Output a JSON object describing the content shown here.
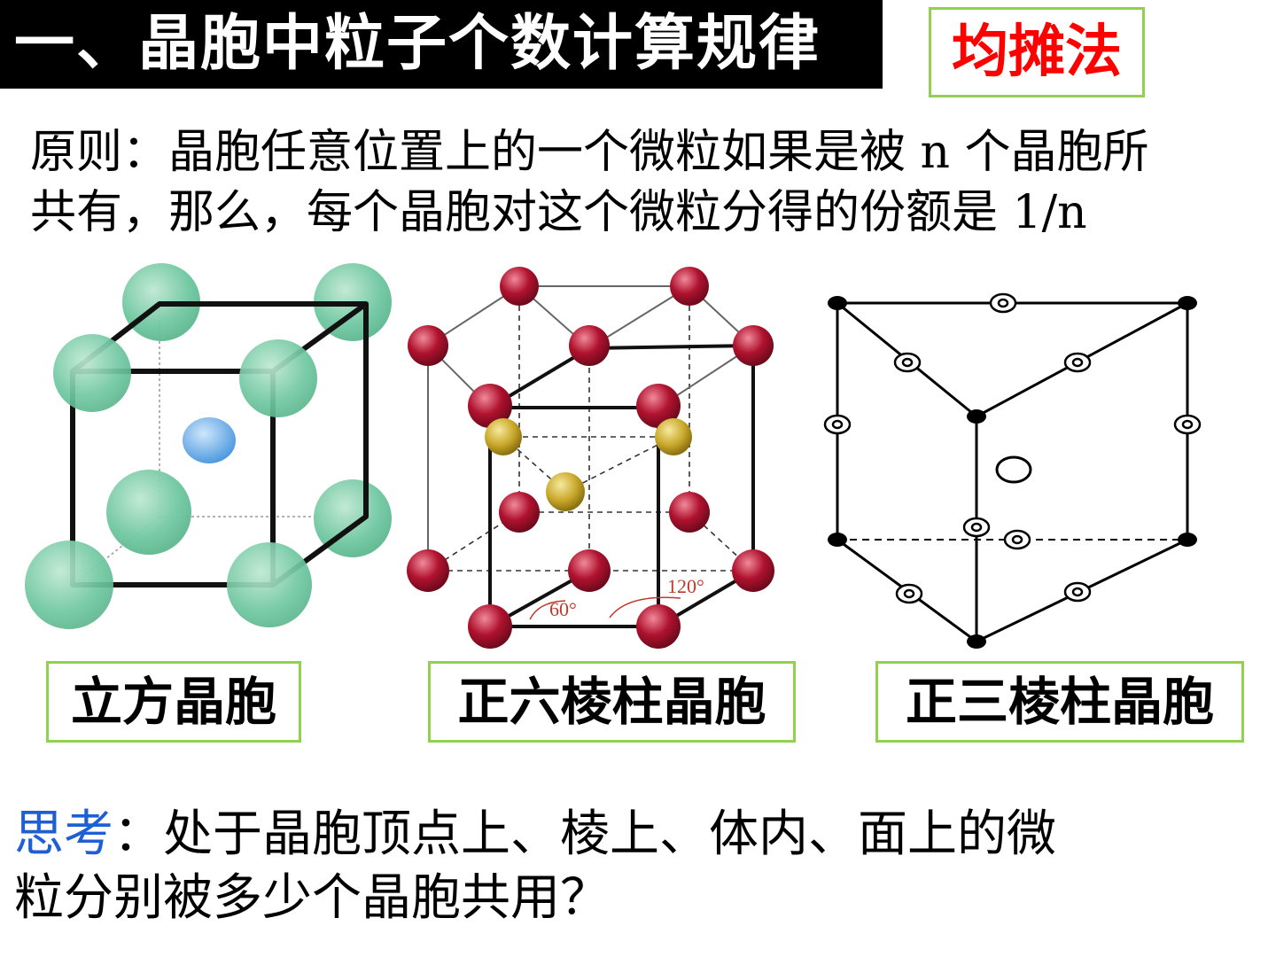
{
  "header": {
    "title": "一、晶胞中粒子个数计算规律",
    "method": "均摊法"
  },
  "principle": {
    "line1": "原则：晶胞任意位置上的一个微粒如果是被 n 个晶胞所",
    "line2": "共有，那么，每个晶胞对这个微粒分得的份额是 1/n"
  },
  "figures": {
    "cubic": {
      "label": "立方晶胞"
    },
    "hexagonal": {
      "label": "正六棱柱晶胞",
      "angle_a": "60°",
      "angle_b": "120°"
    },
    "triangular": {
      "label": "正三棱柱晶胞"
    }
  },
  "question": {
    "lead": "思考",
    "line1_rest": "：处于晶胞顶点上、棱上、体内、面上的微",
    "line2": "粒分别被多少个晶胞共用？"
  },
  "colors": {
    "title_bg": "#000000",
    "method_text": "#ff0000",
    "box_border": "#92d050",
    "question_lead": "#1f5fd6",
    "cubic_atom": "#6fc7a0",
    "cubic_center": "#5ea8e8",
    "hex_atom": "#b0122e",
    "hex_inner": "#c9a82a",
    "angle_label": "#c0392b"
  }
}
